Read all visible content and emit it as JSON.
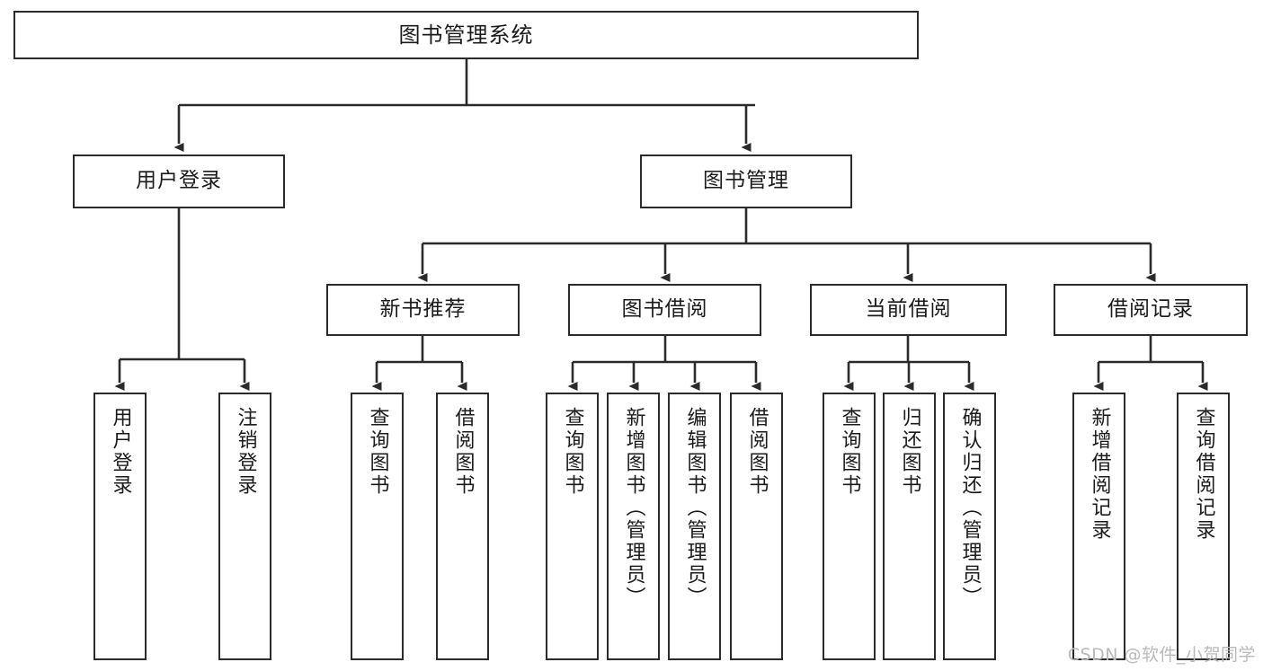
{
  "diagram": {
    "title": "图书管理系统",
    "type": "tree-structure-chart",
    "stroke_color": "#2b2b2b",
    "background_color": "#ffffff",
    "text_color": "#1b1b1b"
  },
  "nodes": {
    "root": {
      "label": "图书管理系统"
    },
    "level2": [
      {
        "label": "用户登录"
      },
      {
        "label": "图书管理"
      }
    ],
    "level3": [
      {
        "label": "新书推荐"
      },
      {
        "label": "图书借阅"
      },
      {
        "label": "当前借阅"
      },
      {
        "label": "借阅记录"
      }
    ],
    "leaves_user_login": [
      {
        "label": "用户登录"
      },
      {
        "label": "注销登录"
      }
    ],
    "leaves_new_book": [
      {
        "label": "查询图书"
      },
      {
        "label": "借阅图书"
      }
    ],
    "leaves_borrow": [
      {
        "label": "查询图书"
      },
      {
        "label": "新增图书（管理员）"
      },
      {
        "label": "编辑图书（管理员）"
      },
      {
        "label": "借阅图书"
      }
    ],
    "leaves_current": [
      {
        "label": "查询图书"
      },
      {
        "label": "归还图书"
      },
      {
        "label": "确认归还（管理员）"
      }
    ],
    "leaves_record": [
      {
        "label": "新增借阅记录"
      },
      {
        "label": "查询借阅记录"
      }
    ]
  },
  "watermark": {
    "text": "CSDN @软件_小贺同学"
  }
}
